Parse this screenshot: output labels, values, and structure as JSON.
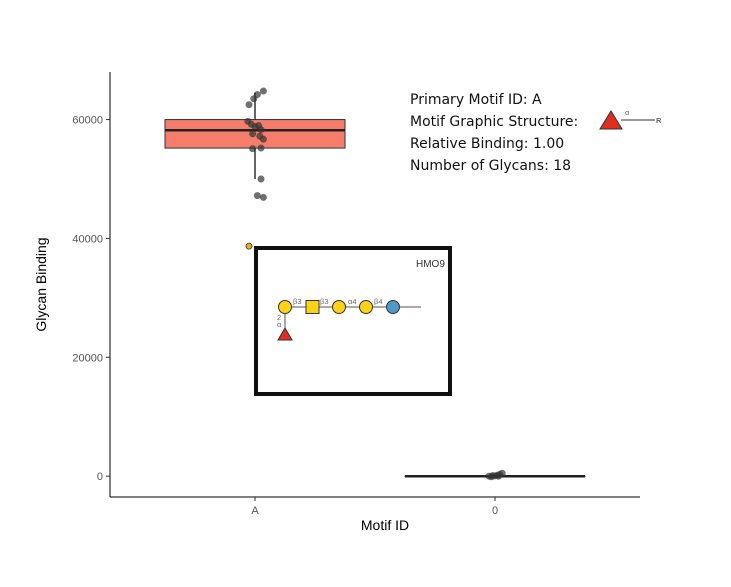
{
  "chart_data": {
    "type": "box",
    "xlabel": "Motif ID",
    "ylabel": "Glycan Binding",
    "categories": [
      "A",
      "0"
    ],
    "ylim": [
      -3500,
      68000
    ],
    "yticks": [
      0,
      20000,
      40000,
      60000
    ],
    "ytick_labels": [
      "0",
      "20000",
      "40000",
      "60000"
    ],
    "grid": false,
    "boxes": [
      {
        "category": "A",
        "fill": "#f47d6c",
        "q1": 55200,
        "median": 58200,
        "q3": 60000,
        "whisker_low": 50000,
        "whisker_high": 64500
      },
      {
        "category": "0",
        "fill": "#f47d6c",
        "q1": 0,
        "median": 0,
        "q3": 0,
        "whisker_low": 0,
        "whisker_high": 0
      }
    ],
    "points": {
      "A": [
        {
          "x": -0.05,
          "y": 62500
        },
        {
          "x": -0.01,
          "y": 63500
        },
        {
          "x": 0.02,
          "y": 64200
        },
        {
          "x": 0.07,
          "y": 64800
        },
        {
          "x": -0.06,
          "y": 59700
        },
        {
          "x": -0.03,
          "y": 59200
        },
        {
          "x": 0.0,
          "y": 58800
        },
        {
          "x": 0.03,
          "y": 59000
        },
        {
          "x": 0.05,
          "y": 58300
        },
        {
          "x": -0.02,
          "y": 57600
        },
        {
          "x": 0.04,
          "y": 57200
        },
        {
          "x": 0.07,
          "y": 56700
        },
        {
          "x": -0.02,
          "y": 55100
        },
        {
          "x": 0.05,
          "y": 55200
        },
        {
          "x": 0.05,
          "y": 50000
        },
        {
          "x": 0.02,
          "y": 47200
        },
        {
          "x": 0.07,
          "y": 46900
        }
      ],
      "0": [
        {
          "x": -0.05,
          "y": 0
        },
        {
          "x": -0.02,
          "y": 100
        },
        {
          "x": 0.0,
          "y": 50
        },
        {
          "x": 0.02,
          "y": 150
        },
        {
          "x": 0.04,
          "y": 300
        },
        {
          "x": 0.06,
          "y": 500
        },
        {
          "x": 0.03,
          "y": 0
        },
        {
          "x": -0.03,
          "y": -100
        }
      ]
    },
    "outlier": {
      "x_category": "A",
      "x": -0.05,
      "y": 38700,
      "color": "#f4a62a"
    },
    "annotation_lines": [
      "Primary Motif ID: A",
      "Motif Graphic Structure:",
      "Relative Binding: 1.00",
      "Number of Glycans: 18"
    ],
    "motif_legend": {
      "reducing_end_label": "R",
      "link_label": "α",
      "triangle_color": "#e02e1f"
    },
    "inset": {
      "label": "HMO9",
      "linkages": [
        "β3",
        "β3",
        "α4",
        "β4"
      ],
      "branch_linkage": "2\nα",
      "colors": {
        "galactose": "#fcd116",
        "glcnac": "#fcd116",
        "glucose": "#4b9ac7",
        "fucose": "#e02e1f"
      }
    }
  }
}
